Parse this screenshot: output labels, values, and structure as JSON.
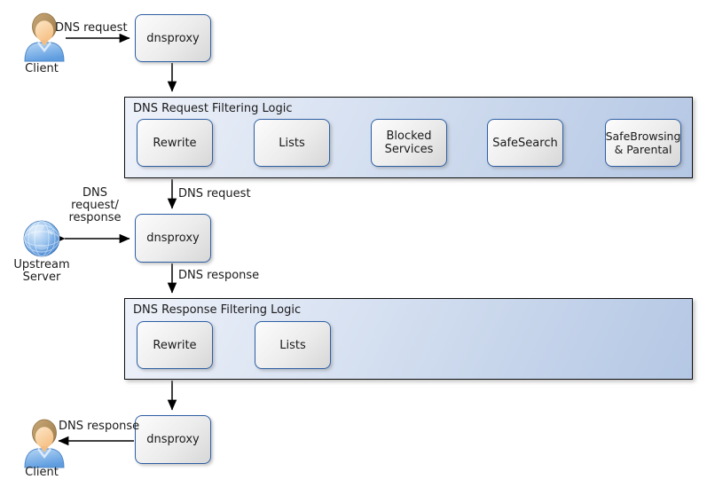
{
  "nodes": {
    "client_top": "Client",
    "client_bottom": "Client",
    "upstream": "Upstream\nServer",
    "proxy1": "dnsproxy",
    "proxy2": "dnsproxy",
    "proxy3": "dnsproxy"
  },
  "request_logic": {
    "title": "DNS Request Filtering Logic",
    "steps": [
      "Rewrite",
      "Lists",
      "Blocked Services",
      "SafeSearch",
      "SafeBrowsing & Parental"
    ]
  },
  "response_logic": {
    "title": "DNS Response Filtering Logic",
    "steps": [
      "Rewrite",
      "Lists"
    ]
  },
  "edge_labels": {
    "client_to_proxy1": "DNS request",
    "request_logic_to_proxy2": "DNS request",
    "upstream_link": "DNS\nrequest/\nresponse",
    "proxy2_to_response_logic": "DNS response",
    "proxy3_to_client": "DNS response"
  },
  "icons": {
    "client_top": "person-icon",
    "client_bottom": "person-icon",
    "upstream": "globe-icon"
  },
  "colors": {
    "node_border": "#2e5fa3",
    "node_fill_light": "#fcfcfc",
    "node_fill_dark": "#d7d7d7",
    "group_fill_light": "#eef2fa",
    "group_fill_dark": "#b4c7e4",
    "group_border": "#0f0f0f",
    "arrow": "#000000",
    "text": "#1a1a1a"
  }
}
